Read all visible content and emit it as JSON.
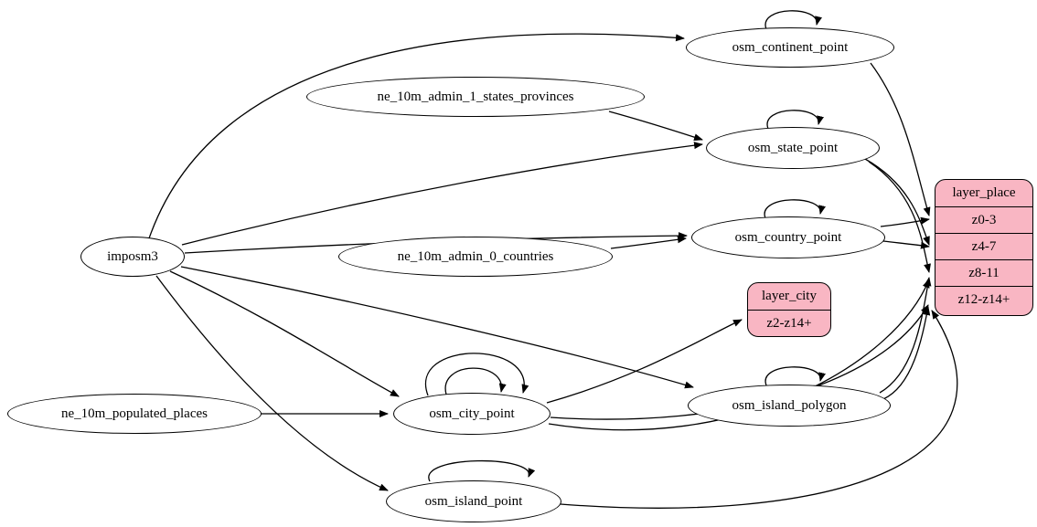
{
  "diagram": {
    "type": "graphviz-digraph",
    "colors": {
      "layer_fill": "#f9b6c3",
      "node_fill": "#ffffff",
      "stroke": "#000000"
    },
    "nodes": {
      "imposm3": {
        "label": "imposm3",
        "shape": "ellipse"
      },
      "ne_10m_admin_1_states_provinces": {
        "label": "ne_10m_admin_1_states_provinces",
        "shape": "ellipse"
      },
      "ne_10m_admin_0_countries": {
        "label": "ne_10m_admin_0_countries",
        "shape": "ellipse"
      },
      "ne_10m_populated_places": {
        "label": "ne_10m_populated_places",
        "shape": "ellipse"
      },
      "osm_continent_point": {
        "label": "osm_continent_point",
        "shape": "ellipse"
      },
      "osm_state_point": {
        "label": "osm_state_point",
        "shape": "ellipse"
      },
      "osm_country_point": {
        "label": "osm_country_point",
        "shape": "ellipse"
      },
      "osm_city_point": {
        "label": "osm_city_point",
        "shape": "ellipse"
      },
      "osm_island_polygon": {
        "label": "osm_island_polygon",
        "shape": "ellipse"
      },
      "osm_island_point": {
        "label": "osm_island_point",
        "shape": "ellipse"
      },
      "layer_city": {
        "label": "layer_city",
        "shape": "record",
        "rows": [
          "z2-z14+"
        ]
      },
      "layer_place": {
        "label": "layer_place",
        "shape": "record",
        "rows": [
          "z0-3",
          "z4-7",
          "z8-11",
          "z12-z14+"
        ]
      }
    },
    "edges": [
      {
        "from": "imposm3",
        "to": "osm_continent_point"
      },
      {
        "from": "imposm3",
        "to": "osm_state_point"
      },
      {
        "from": "imposm3",
        "to": "osm_country_point"
      },
      {
        "from": "imposm3",
        "to": "osm_city_point"
      },
      {
        "from": "imposm3",
        "to": "osm_island_polygon"
      },
      {
        "from": "imposm3",
        "to": "osm_island_point"
      },
      {
        "from": "ne_10m_admin_1_states_provinces",
        "to": "osm_state_point"
      },
      {
        "from": "ne_10m_admin_0_countries",
        "to": "osm_country_point"
      },
      {
        "from": "ne_10m_populated_places",
        "to": "osm_city_point"
      },
      {
        "from": "osm_continent_point",
        "to": "osm_continent_point"
      },
      {
        "from": "osm_state_point",
        "to": "osm_state_point"
      },
      {
        "from": "osm_country_point",
        "to": "osm_country_point"
      },
      {
        "from": "osm_city_point",
        "to": "osm_city_point"
      },
      {
        "from": "osm_city_point",
        "to": "osm_city_point"
      },
      {
        "from": "osm_island_polygon",
        "to": "osm_island_polygon"
      },
      {
        "from": "osm_island_point",
        "to": "osm_island_point"
      },
      {
        "from": "osm_continent_point",
        "to": "layer_place:z0-3"
      },
      {
        "from": "osm_country_point",
        "to": "layer_place:z0-3"
      },
      {
        "from": "osm_country_point",
        "to": "layer_place:z4-7"
      },
      {
        "from": "osm_state_point",
        "to": "layer_place:z4-7"
      },
      {
        "from": "osm_state_point",
        "to": "layer_place:z8-11"
      },
      {
        "from": "osm_city_point",
        "to": "layer_city:z2-z14+"
      },
      {
        "from": "osm_city_point",
        "to": "layer_place:z8-11"
      },
      {
        "from": "osm_city_point",
        "to": "layer_place:z12-z14+"
      },
      {
        "from": "osm_island_polygon",
        "to": "layer_place:z8-11"
      },
      {
        "from": "osm_island_polygon",
        "to": "layer_place:z12-z14+"
      },
      {
        "from": "osm_island_point",
        "to": "layer_place:z12-z14+"
      }
    ]
  }
}
